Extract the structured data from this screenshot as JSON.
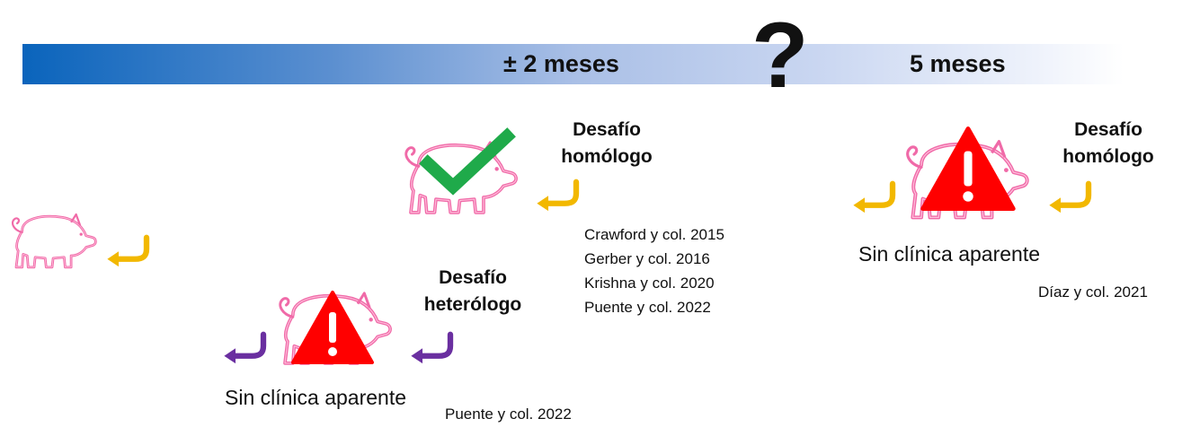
{
  "timeline": {
    "label_2_months": "± 2 meses",
    "question_mark": "?",
    "label_5_months": "5 meses"
  },
  "stage_2_months": {
    "challenge_label": "Desafío homólogo",
    "challenge_line1": "Desafío",
    "challenge_line2": "homólogo",
    "references": [
      "Crawford y col. 2015",
      "Gerber y col. 2016",
      "Krishna y col. 2020",
      "Puente y col. 2022"
    ]
  },
  "heterologous": {
    "challenge_line1": "Desafío",
    "challenge_line2": "heterólogo",
    "outcome": "Sin clínica aparente",
    "reference": "Puente y col. 2022"
  },
  "stage_5_months": {
    "challenge_line1": "Desafío",
    "challenge_line2": "homólogo",
    "outcome": "Sin clínica aparente",
    "reference": "Díaz y col. 2021"
  },
  "colors": {
    "pig_outline": "#f06aa8",
    "check": "#1faa4a",
    "warning": "#ff0000",
    "arrow_yellow": "#f2b800",
    "arrow_purple": "#6a2fa0",
    "bar_start": "#0a64bc"
  }
}
